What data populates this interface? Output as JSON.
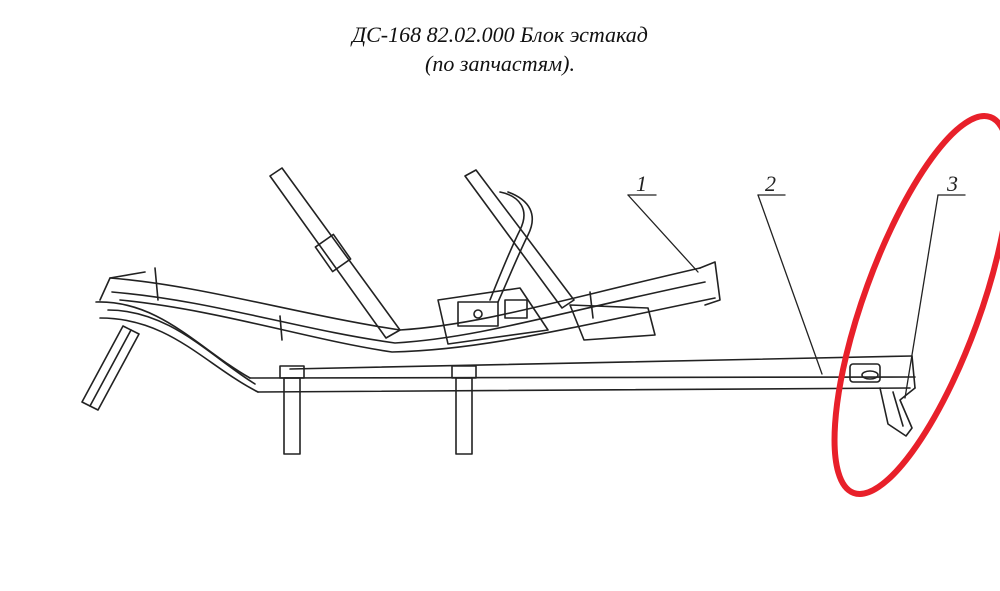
{
  "title": {
    "line1": "ДС-168 82.02.000 Блок эстакад",
    "line2": "(по запчастям)."
  },
  "callouts": [
    "1",
    "2",
    "3"
  ],
  "colors": {
    "line": "#222222",
    "highlight": "#e8202a",
    "background": "#ffffff"
  }
}
